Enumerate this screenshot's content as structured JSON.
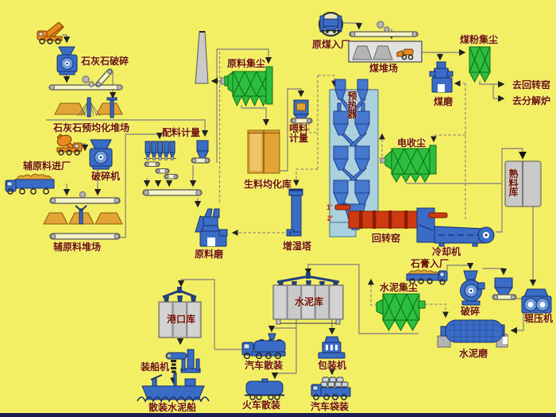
{
  "palette": {
    "bg": "#f3ef64",
    "label": "#6e1200",
    "line": "#8f8d80",
    "blue": "#3a6cc6",
    "blueDark": "#17306e",
    "blueLight": "#6f9bdc",
    "cyc": "#4678cd",
    "cycDark": "#1d3f8f",
    "green": "#2dbe3e",
    "greenDark": "#0a6e14",
    "red": "#d03a10",
    "redDark": "#7a1a00",
    "orange": "#e78b1e",
    "orangeDark": "#7a3a00",
    "tan": "#e2a435",
    "tanDark": "#8a5a10",
    "gray": "#c9c9c9",
    "grayDark": "#555555",
    "preheaterBg": "#abd0de",
    "footer": "#1c1c54"
  },
  "labels": {
    "limestone_crush": "石灰石破碎",
    "limestone_yard": "石灰石预均化堆场",
    "aux_in": "辅原料进厂",
    "crusher2": "破碎机",
    "aux_yard": "辅原料堆场",
    "batching": "配料计量",
    "raw_dust": "原料集尘",
    "raw_silo": "生料均化库",
    "feed_meter": "喂料\n计量",
    "preheater": "预热器",
    "coal_in": "原煤入厂",
    "coal_yard": "煤堆场",
    "coal_dust": "煤粉集尘",
    "to_kiln": "去回转窑",
    "to_calciner": "去分解炉",
    "coal_mill": "煤磨",
    "esp": "电收尘",
    "clinker_silo": "熟料库",
    "kiln": "回转窑",
    "cooler": "冷却机",
    "humidifier": "增湿塔",
    "raw_mill": "原料磨",
    "gypsum_in": "石膏入厂",
    "cement_dust": "水泥集尘",
    "gypsum_crush": "破碎",
    "roller_press": "辊压机",
    "cement_silo": "水泥库",
    "cement_mill": "水泥磨",
    "packer": "包装机",
    "port_silo": "港口库",
    "ship_loader": "装船机",
    "bulk_ship": "散装水泥船",
    "truck_bulk": "汽车散装",
    "train_bulk": "火车散装",
    "truck_bag": "汽车袋装",
    "mark1": "1'",
    "mark2": "2'"
  }
}
